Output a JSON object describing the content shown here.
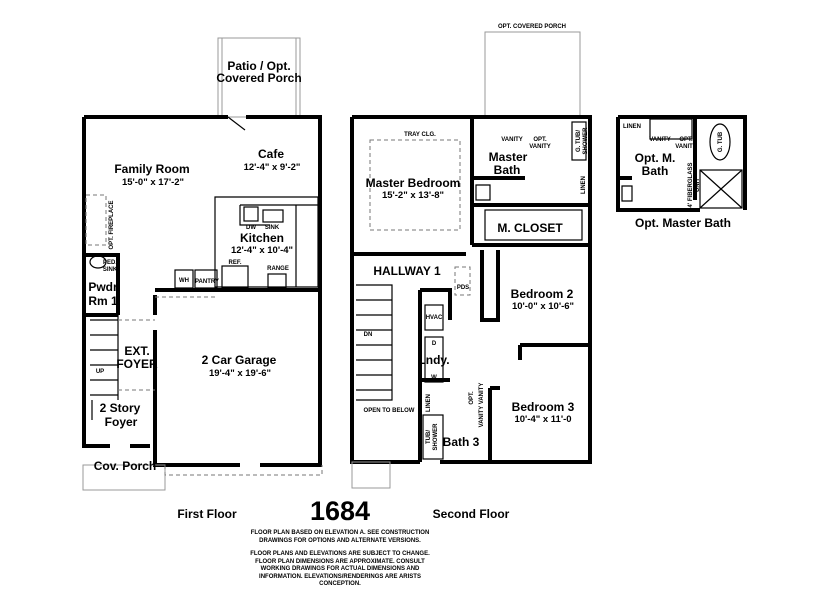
{
  "plan_number": "1684",
  "first_floor": {
    "label": "First Floor",
    "rooms": {
      "patio": [
        "Patio / Opt.",
        "Covered Porch"
      ],
      "family_room": {
        "name": "Family Room",
        "dims": "15'-0\" x 17'-2\""
      },
      "cafe": {
        "name": "Cafe",
        "dims": "12'-4\" x 9'-2\""
      },
      "kitchen": {
        "name": "Kitchen",
        "dims": "12'-4\" x 10'-4\""
      },
      "powder": [
        "Pwdr",
        "Rm 1"
      ],
      "ext_foyer": [
        "EXT.",
        "FOYER"
      ],
      "garage": {
        "name": "2 Car Garage",
        "dims": "19'-4\" x 19'-6\""
      },
      "foyer": [
        "2 Story",
        "Foyer"
      ],
      "porch": "Cov. Porch"
    },
    "fixtures": {
      "fireplace": "OPT. FIREPLACE",
      "dw": "DW",
      "sink": "SINK",
      "ref": "REF.",
      "range": "RANGE",
      "wh": "WH",
      "pantry": "PANTRY",
      "ped_sink": [
        "PED.",
        "SINK"
      ],
      "up": "UP"
    }
  },
  "second_floor": {
    "label": "Second Floor",
    "opt_covered_porch": "OPT. COVERED PORCH",
    "rooms": {
      "master_bedroom": {
        "name": "Master Bedroom",
        "dims": "15'-2\" x 13'-8\""
      },
      "master_bath": [
        "Master",
        "Bath"
      ],
      "m_closet": "M. CLOSET",
      "hallway": "HALLWAY 1",
      "bedroom2": {
        "name": "Bedroom 2",
        "dims": "10'-0\" x 10'-6\""
      },
      "laundry": "Lndy.",
      "bedroom3": {
        "name": "Bedroom 3",
        "dims": "10'-4\" x 11'-0"
      },
      "bath3": "Bath 3"
    },
    "fixtures": {
      "tray": "TRAY CLG.",
      "vanity": "VANITY",
      "opt_vanity": [
        "OPT.",
        "VANITY"
      ],
      "tub_shower": [
        "G. TUB/",
        "SHOWER"
      ],
      "linen": "LINEN",
      "pds": "PDS",
      "hvac": "HVAC",
      "dn": "DN",
      "open_below": "OPEN TO BELOW",
      "d": "D",
      "w": "W",
      "bath_tub": [
        "TUB/",
        "SHOWER"
      ],
      "opt": "OPT.",
      "vanity_vanity": "VANITY VANITY"
    }
  },
  "opt_master_bath": {
    "title": "Opt. Master Bath",
    "room": [
      "Opt. M.",
      "Bath"
    ],
    "linen": "LINEN",
    "vanity": "VANITY",
    "opt_vanity": [
      "OPT.",
      "VANITY"
    ],
    "g_tub": "G. TUB",
    "fiberglass": [
      "4' FIBERGLASS",
      "UNIT"
    ]
  },
  "notes": [
    "FLOOR PLAN BASED ON ELEVATION A. SEE CONSTRUCTION DRAWINGS FOR OPTIONS AND ALTERNATE VERSIONS.",
    "FLOOR PLANS AND ELEVATIONS ARE SUBJECT TO CHANGE. FLOOR PLAN DIMENSIONS ARE APPROXIMATE. CONSULT WORKING DRAWINGS FOR ACTUAL DIMENSIONS AND INFORMATION. ELEVATIONS/RENDERINGS ARE ARISTS CONCEPTION."
  ]
}
